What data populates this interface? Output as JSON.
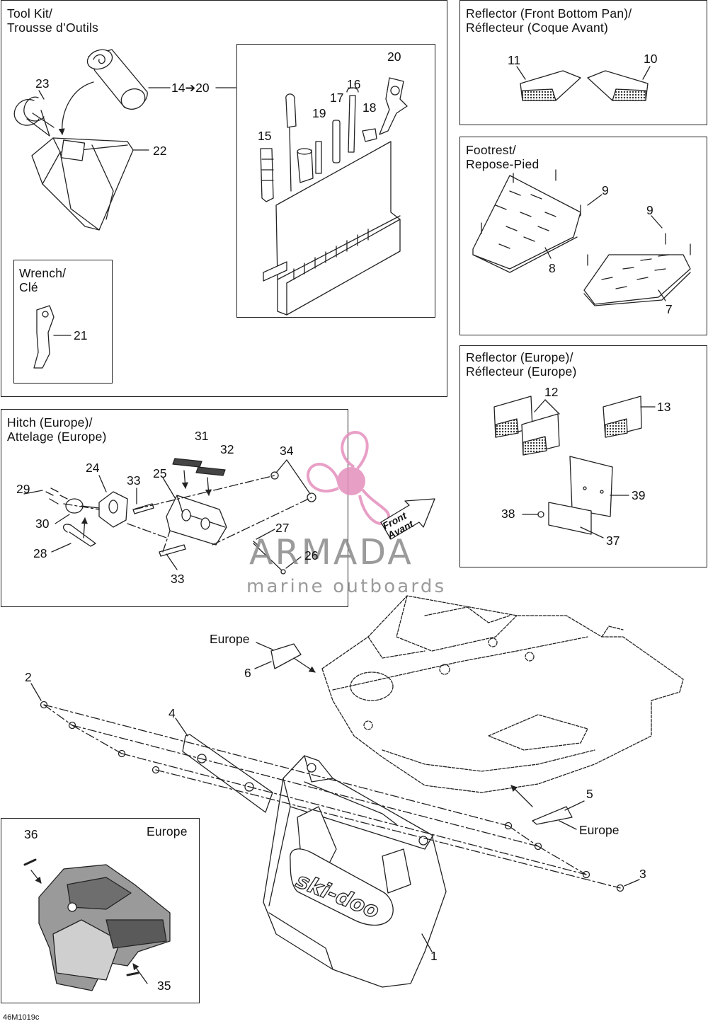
{
  "diagram_id": "46M1019c",
  "panels": {
    "tool_kit": {
      "title_en": "Tool Kit/",
      "title_fr": "Trousse d’Outils"
    },
    "wrench": {
      "title_en": "Wrench/",
      "title_fr": "Clé"
    },
    "reflector_front": {
      "title_en": "Reflector (Front Bottom Pan)/",
      "title_fr": "Réflecteur (Coque Avant)"
    },
    "footrest": {
      "title_en": "Footrest/",
      "title_fr": "Repose-Pied"
    },
    "reflector_europe": {
      "title_en": "Reflector (Europe)/",
      "title_fr": "Réflecteur (Europe)"
    },
    "hitch": {
      "title_en": "Hitch (Europe)/",
      "title_fr": "Attelage (Europe)"
    },
    "europe_inset": {
      "title": "Europe"
    }
  },
  "labels": {
    "europe_top": "Europe",
    "europe_right": "Europe",
    "front": "Front",
    "avant": "Avant",
    "range_14_20": "14➔20"
  },
  "callouts": [
    "1",
    "2",
    "3",
    "4",
    "5",
    "6",
    "7",
    "8",
    "9",
    "9",
    "10",
    "11",
    "12",
    "13",
    "15",
    "16",
    "17",
    "18",
    "19",
    "20",
    "21",
    "22",
    "23",
    "24",
    "25",
    "26",
    "27",
    "28",
    "29",
    "30",
    "31",
    "32",
    "33",
    "33",
    "34",
    "35",
    "36",
    "37",
    "38",
    "39"
  ],
  "watermark": {
    "brand": "ARMADA",
    "tagline": "marine outboards"
  },
  "colors": {
    "ink": "#222222",
    "watermark_pink": "#e58fbd",
    "watermark_grey": "#8a8a8a"
  }
}
